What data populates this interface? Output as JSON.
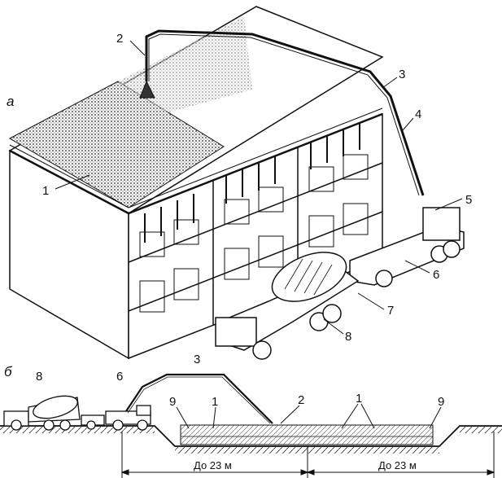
{
  "figure": {
    "panel_a": "а",
    "panel_b": "б",
    "callouts": [
      "1",
      "2",
      "3",
      "4",
      "5",
      "6",
      "7",
      "8",
      "9"
    ],
    "dimension_left": "До 23 м",
    "dimension_right": "До 23 м"
  }
}
